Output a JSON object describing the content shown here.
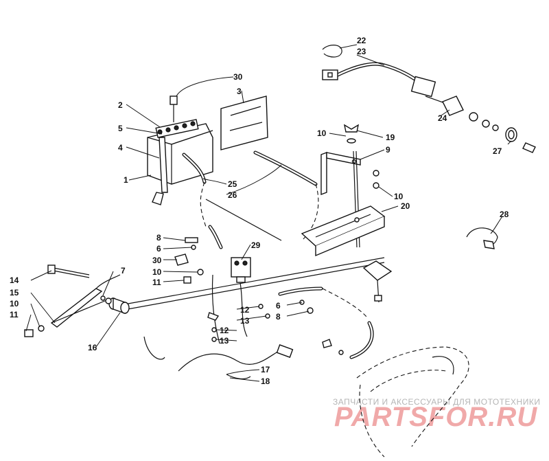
{
  "callouts": {
    "c1": "1",
    "c2": "2",
    "c3": "3",
    "c4": "4",
    "c5": "5",
    "c6a": "6",
    "c6b": "6",
    "c7": "7",
    "c8a": "8",
    "c8b": "8",
    "c9": "9",
    "c10a": "10",
    "c10b": "10",
    "c10c": "10",
    "c10d": "10",
    "c11a": "11",
    "c11b": "11",
    "c12a": "12",
    "c12b": "12",
    "c13a": "13",
    "c13b": "13",
    "c14": "14",
    "c15": "15",
    "c16": "16",
    "c17": "17",
    "c18": "18",
    "c19": "19",
    "c20": "20",
    "c22": "22",
    "c23": "23",
    "c24": "24",
    "c25": "25",
    "c26": "26",
    "c27": "27",
    "c28": "28",
    "c29": "29",
    "c30a": "30",
    "c30b": "30"
  },
  "watermark": {
    "tagline": "ЗАПЧАСТИ И АКСЕССУАРЫ ДЛЯ МОТОТЕХНИКИ",
    "logo": "PARTSFOR.RU"
  },
  "colors": {
    "ink": "#111111",
    "watermark_text": "#b5b5b5",
    "watermark_logo": "#f0a9a9"
  }
}
